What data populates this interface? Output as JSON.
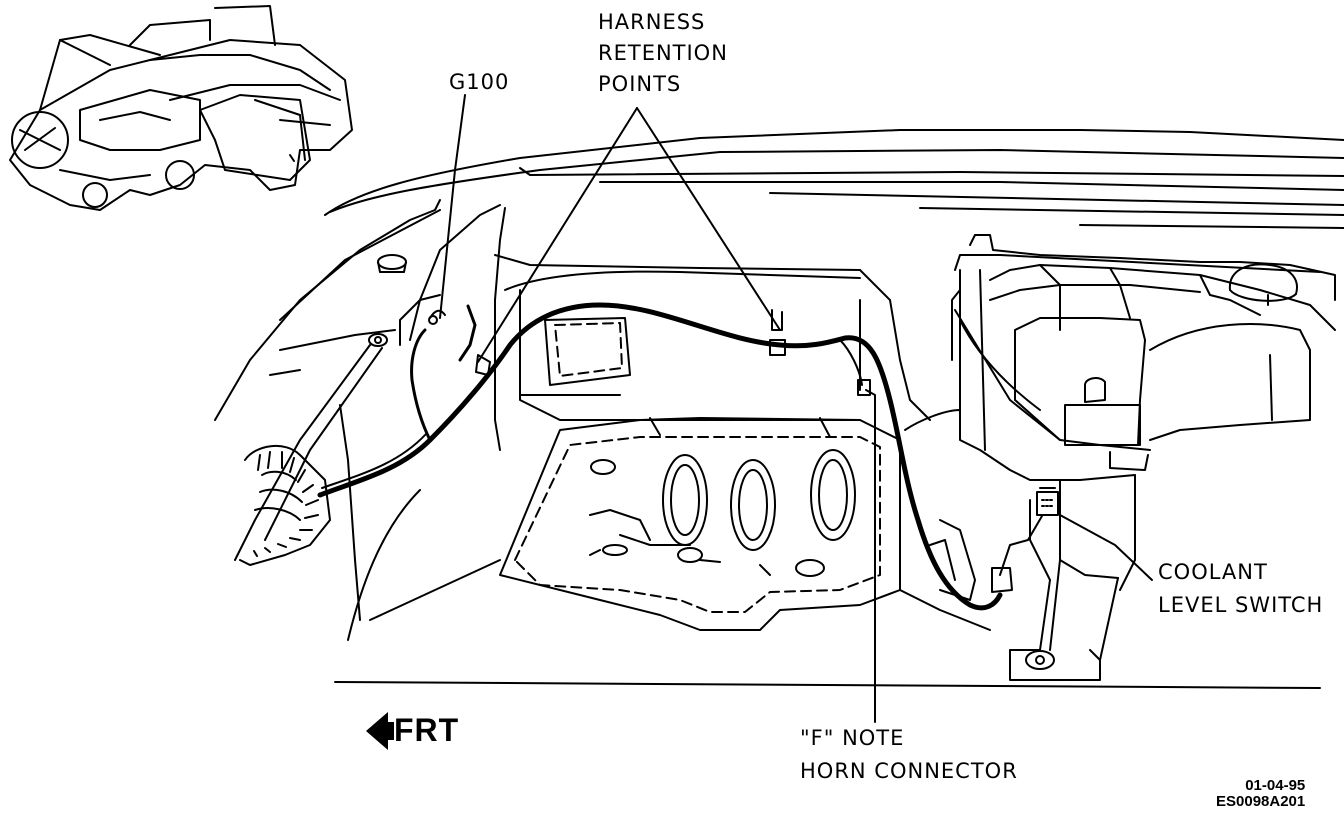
{
  "labels": {
    "harness_line1": "HARNESS",
    "harness_line2": "RETENTION",
    "harness_line3": "POINTS",
    "g100": "G100",
    "coolant_line1": "COOLANT",
    "coolant_line2": "LEVEL SWITCH",
    "fnote_line1": "\"F\" NOTE",
    "fnote_line2": "HORN CONNECTOR",
    "frt": "FRT",
    "date_code": "01-04-95",
    "drawing_code": "ES0098A201"
  },
  "icons": {
    "direction_arrow": "left-arrow-icon"
  },
  "colors": {
    "ink": "#000000",
    "paper": "#ffffff"
  }
}
